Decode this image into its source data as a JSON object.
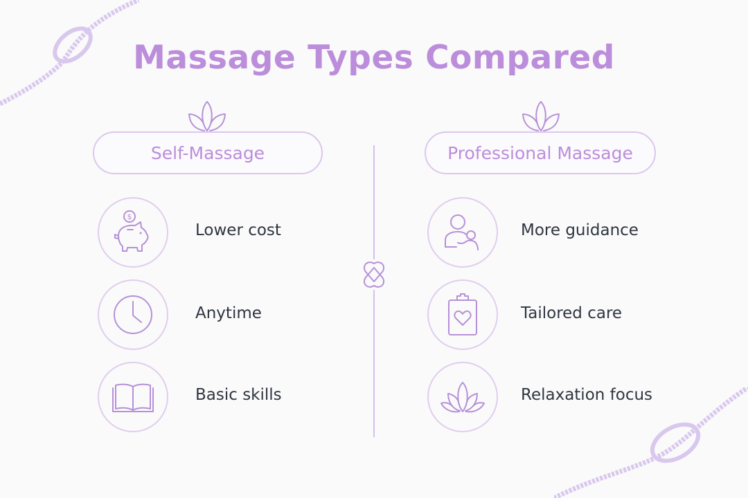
{
  "title": "Massage Types Compared",
  "left": {
    "heading": "Self-Massage",
    "items": [
      {
        "icon": "piggy-bank-icon",
        "label": "Lower cost"
      },
      {
        "icon": "clock-icon",
        "label": "Anytime"
      },
      {
        "icon": "open-book-icon",
        "label": "Basic skills"
      }
    ]
  },
  "right": {
    "heading": "Professional Massage",
    "items": [
      {
        "icon": "therapist-client-icon",
        "label": "More guidance"
      },
      {
        "icon": "clipboard-heart-icon",
        "label": "Tailored care"
      },
      {
        "icon": "lotus-icon",
        "label": "Relaxation focus"
      }
    ]
  },
  "colors": {
    "accent": "#bb8ddb",
    "outline": "#dcc6ee",
    "text": "#2f3540"
  }
}
